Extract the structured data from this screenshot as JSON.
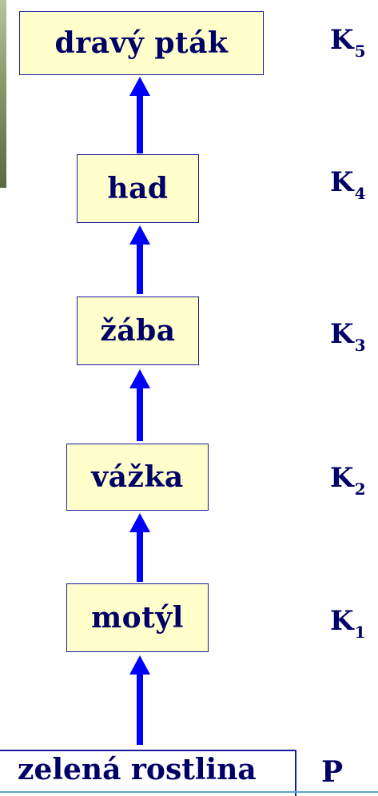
{
  "food_chain": {
    "consumers": [
      {
        "organism": "dravý pták",
        "level_prefix": "K",
        "level_index": "5"
      },
      {
        "organism": "had",
        "level_prefix": "K",
        "level_index": "4"
      },
      {
        "organism": "žába",
        "level_prefix": "K",
        "level_index": "3"
      },
      {
        "organism": "vážka",
        "level_prefix": "K",
        "level_index": "2"
      },
      {
        "organism": "motýl",
        "level_prefix": "K",
        "level_index": "1"
      }
    ],
    "producer": {
      "organism": "zelená rostlina",
      "level": "P"
    }
  },
  "colors": {
    "text": "#000066",
    "box_fill": "#ffffcc",
    "box_border": "#1a1aa0",
    "arrow": "#0000ff",
    "bottom_line": "#5aa6c8"
  },
  "icons": {
    "arrow": "arrow-up-icon"
  }
}
